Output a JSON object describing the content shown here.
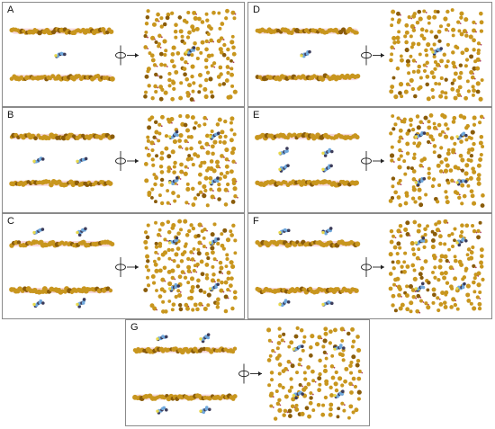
{
  "figure": {
    "panels": [
      {
        "id": "A",
        "label": "A",
        "side_view": {
          "membrane_sheets": 2,
          "molecules": [
            {
              "position": "between_sheets",
              "count": 1
            }
          ]
        },
        "top_view": {
          "molecule_clusters": 1
        }
      },
      {
        "id": "B",
        "label": "B",
        "side_view": {
          "membrane_sheets": 2,
          "molecules": [
            {
              "position": "between_sheets",
              "count": 2
            }
          ]
        },
        "top_view": {
          "molecule_clusters": 4
        }
      },
      {
        "id": "C",
        "label": "C",
        "side_view": {
          "membrane_sheets": 2,
          "molecules": [
            {
              "position": "above_and_below_sheets",
              "count": 4
            }
          ]
        },
        "top_view": {
          "molecule_clusters": 4
        }
      },
      {
        "id": "D",
        "label": "D",
        "side_view": {
          "membrane_sheets": 2,
          "molecules": [
            {
              "position": "between_sheets",
              "count": 1
            }
          ]
        },
        "top_view": {
          "molecule_clusters": 1
        }
      },
      {
        "id": "E",
        "label": "E",
        "side_view": {
          "membrane_sheets": 2,
          "molecules": [
            {
              "position": "between_sheets",
              "count": 4
            }
          ]
        },
        "top_view": {
          "molecule_clusters": 4
        }
      },
      {
        "id": "F",
        "label": "F",
        "side_view": {
          "membrane_sheets": 2,
          "molecules": [
            {
              "position": "above_and_below_sheets",
              "count": 4
            }
          ]
        },
        "top_view": {
          "molecule_clusters": 4
        }
      },
      {
        "id": "G",
        "label": "G",
        "side_view": {
          "membrane_sheets": 2,
          "molecules": [
            {
              "position": "above_and_below_sheets",
              "count": 4
            }
          ]
        },
        "top_view": {
          "molecule_clusters": 4
        }
      }
    ],
    "rotation_icon": "rotation-arrow-icon",
    "colors": {
      "headgroup": "#c8961e",
      "headgroup_dark": "#8a5c0a",
      "pink_haze": "#f4c6cc",
      "molecule_blue": "#6fa8dc",
      "molecule_dark": "#3c3c5a",
      "molecule_yellow": "#e8d84a",
      "frame": "#8a8a8a"
    }
  }
}
